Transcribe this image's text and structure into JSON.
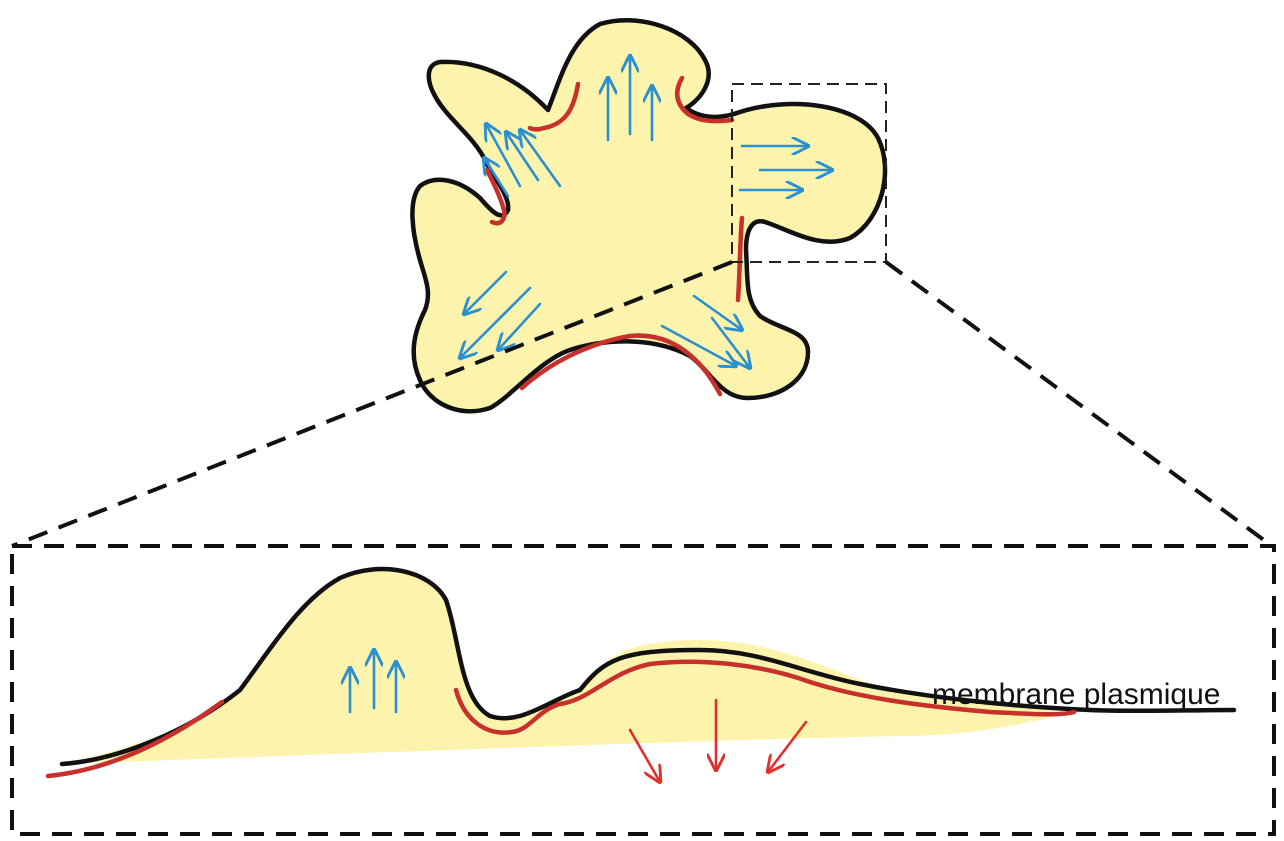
{
  "labels": {
    "membrane": "membrane plasmique"
  },
  "colors": {
    "cytoplasm_fill": "#fcf4ad",
    "outline": "#111111",
    "contractile_cortex": "#c8302c",
    "protrusion_force": "#2b8fd0",
    "retraction_force": "#e0302e",
    "zoom_box": "#222222"
  },
  "legend_semantics": {
    "blue_arrows": "protrusion-force-arrow",
    "red_arrows": "retraction-force-arrow",
    "red_lines": "contractile-cortex-segment"
  }
}
